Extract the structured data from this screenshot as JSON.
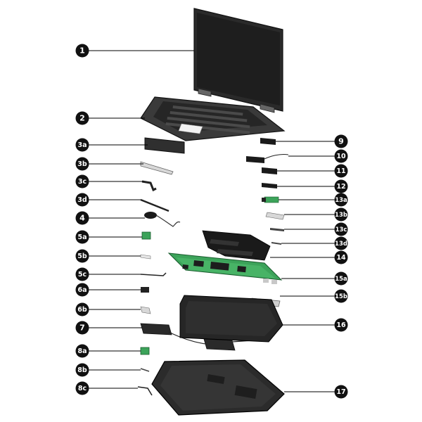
{
  "colors": {
    "badge": "#111111",
    "badge_text": "#ffffff",
    "leader": "#000000",
    "chassis": "#2b2b2b",
    "board": "#3ca35a"
  },
  "callouts": [
    {
      "id": "1",
      "label": "1",
      "part": "display-assembly"
    },
    {
      "id": "2",
      "label": "2",
      "part": "top-cover-keyboard"
    },
    {
      "id": "3a",
      "label": "3a",
      "part": "touchpad"
    },
    {
      "id": "3b",
      "label": "3b",
      "part": "touchpad-bracket"
    },
    {
      "id": "3c",
      "label": "3c",
      "part": "touchpad-cable"
    },
    {
      "id": "3d",
      "label": "3d",
      "part": "touchpad-strip"
    },
    {
      "id": "4",
      "label": "4",
      "part": "fingerprint-reader"
    },
    {
      "id": "5a",
      "label": "5a",
      "part": "wlan-module"
    },
    {
      "id": "5b",
      "label": "5b",
      "part": "wlan-shield"
    },
    {
      "id": "5c",
      "label": "5c",
      "part": "cable"
    },
    {
      "id": "6a",
      "label": "6a",
      "part": "small-board"
    },
    {
      "id": "6b",
      "label": "6b",
      "part": "bracket"
    },
    {
      "id": "7",
      "label": "7",
      "part": "speakers"
    },
    {
      "id": "8a",
      "label": "8a",
      "part": "board-green"
    },
    {
      "id": "8b",
      "label": "8b",
      "part": "cable-short"
    },
    {
      "id": "8c",
      "label": "8c",
      "part": "cable-long"
    },
    {
      "id": "9",
      "label": "9",
      "part": "module-9"
    },
    {
      "id": "10",
      "label": "10",
      "part": "module-10"
    },
    {
      "id": "11",
      "label": "11",
      "part": "module-11"
    },
    {
      "id": "12",
      "label": "12",
      "part": "module-12"
    },
    {
      "id": "13a",
      "label": "13a",
      "part": "module-13a"
    },
    {
      "id": "13b",
      "label": "13b",
      "part": "bracket-13b"
    },
    {
      "id": "13c",
      "label": "13c",
      "part": "clip-13c"
    },
    {
      "id": "13d",
      "label": "13d",
      "part": "clip-13d"
    },
    {
      "id": "14",
      "label": "14",
      "part": "heat-sink"
    },
    {
      "id": "15a",
      "label": "15a",
      "part": "system-board"
    },
    {
      "id": "15b",
      "label": "15b",
      "part": "board-bracket"
    },
    {
      "id": "16",
      "label": "16",
      "part": "battery"
    },
    {
      "id": "17",
      "label": "17",
      "part": "bottom-cover"
    }
  ]
}
